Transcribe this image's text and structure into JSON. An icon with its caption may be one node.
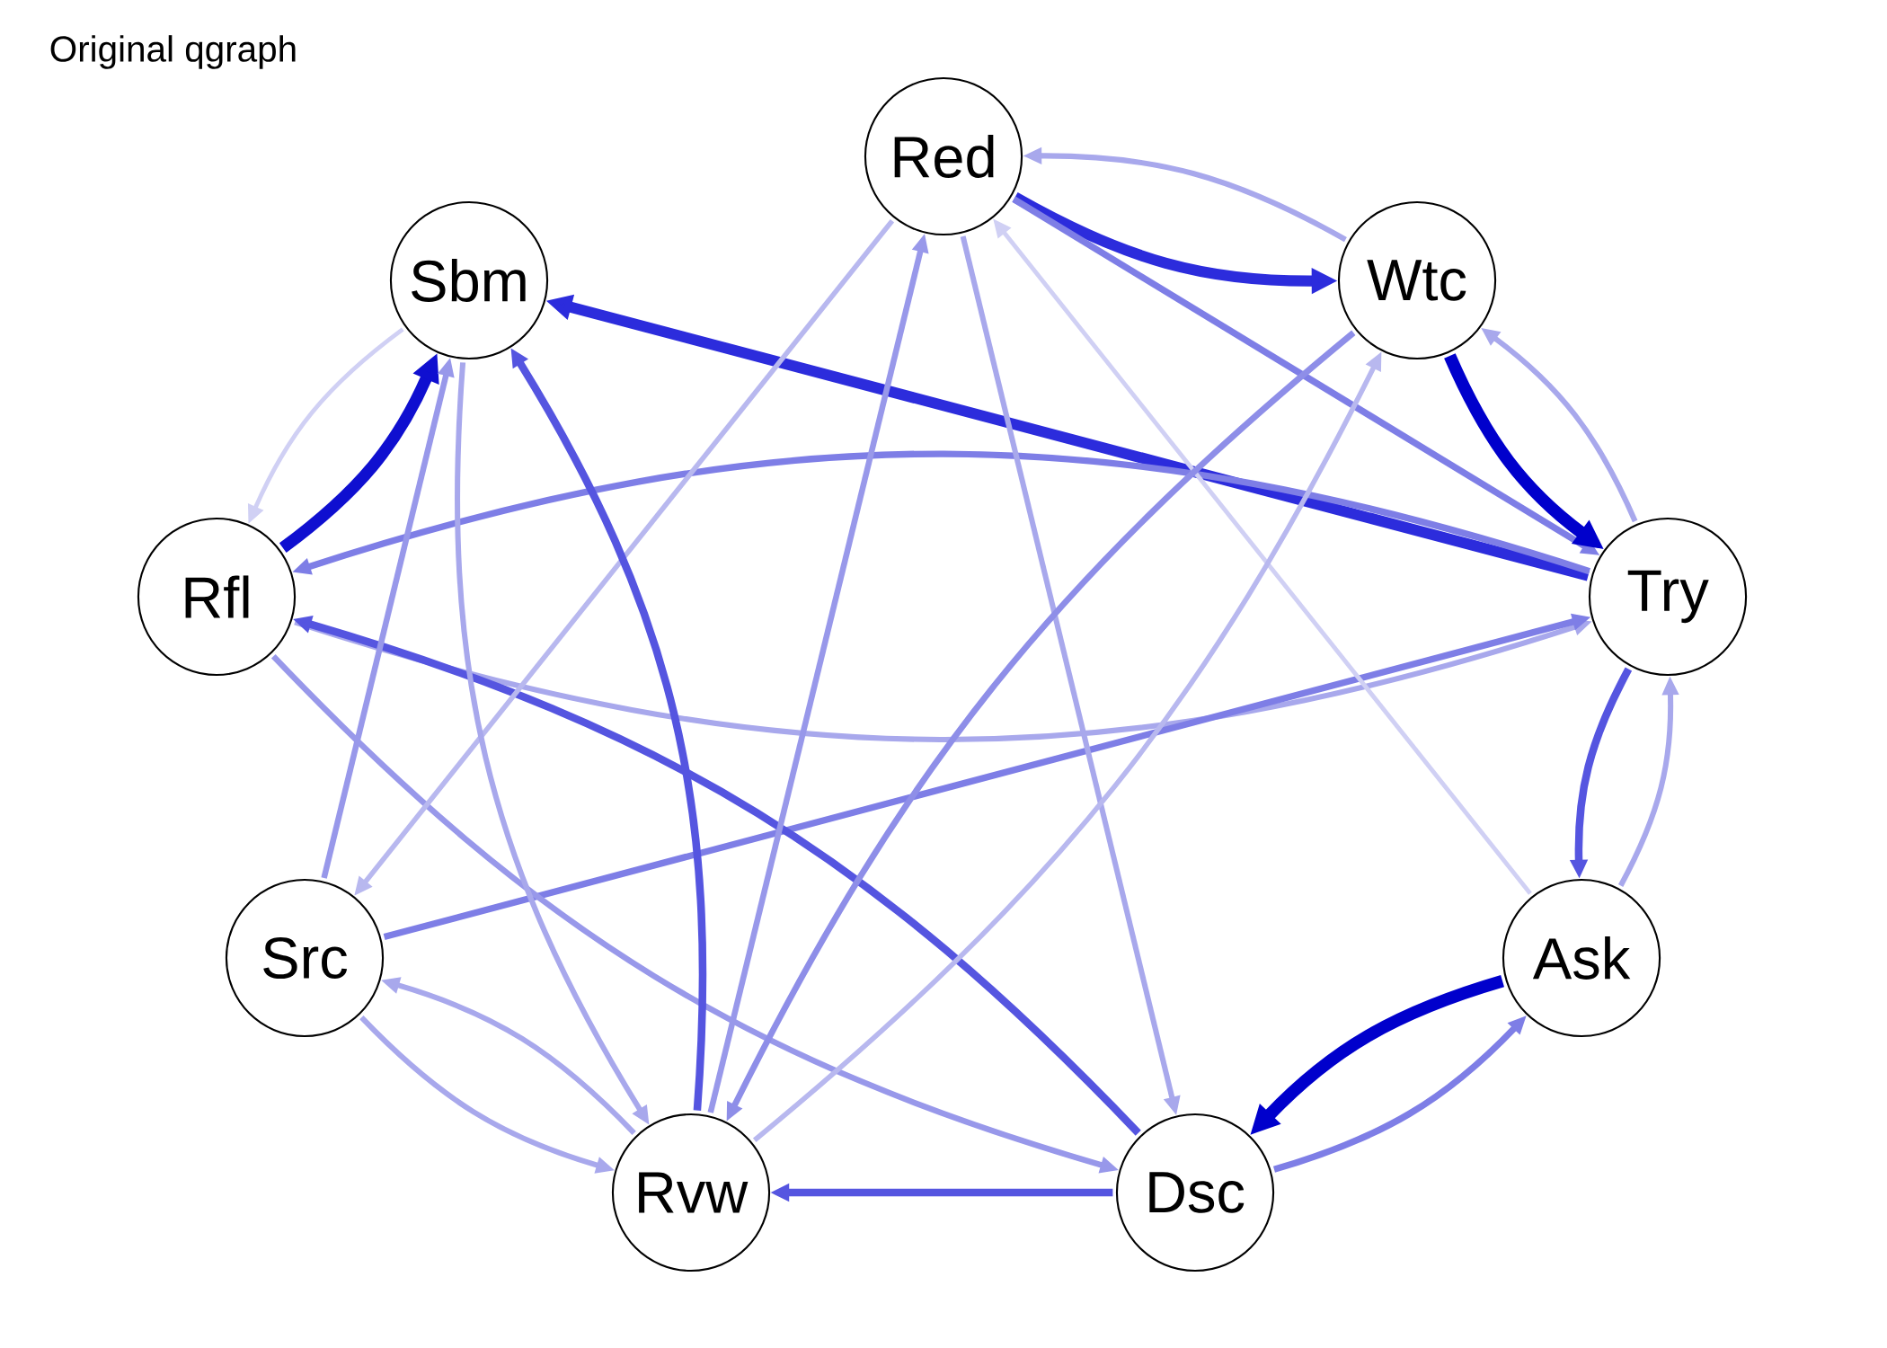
{
  "diagram": {
    "title": "Original qgraph",
    "nodes": [
      {
        "text": [
          "Red"
        ]
      },
      {
        "text": [
          "Wtc"
        ]
      },
      {
        "text": [
          "Try"
        ]
      },
      {
        "text": [
          "Ask"
        ]
      },
      {
        "text": [
          "Dsc"
        ]
      },
      {
        "text": [
          "Rvw"
        ]
      },
      {
        "text": [
          "Src"
        ]
      },
      {
        "text": [
          "Rfl"
        ]
      },
      {
        "text": [
          "Sbm"
        ]
      }
    ],
    "edges": [
      {
        "from": 0,
        "to": 1,
        "arrow": "to",
        "style": "thick",
        "color": "#2c2cdc"
      },
      {
        "from": 1,
        "to": 0,
        "arrow": "to",
        "color": "#a8a8ec"
      },
      {
        "from": 0,
        "to": 2,
        "arrow": "to",
        "color": "#7e7ee6"
      },
      {
        "from": 1,
        "to": 2,
        "arrow": "to",
        "style": "thick",
        "color": "#0000cc"
      },
      {
        "from": 2,
        "to": 1,
        "arrow": "to",
        "color": "#a8a8ec"
      },
      {
        "from": 2,
        "to": 8,
        "arrow": "to",
        "style": "thick",
        "color": "#2c2cdc"
      },
      {
        "from": 2,
        "to": 7,
        "arrow": "to",
        "color": "#7e7ee6"
      },
      {
        "from": 7,
        "to": 2,
        "arrow": "to",
        "color": "#a8a8ec"
      },
      {
        "from": 6,
        "to": 2,
        "arrow": "to",
        "color": "#7e7ee6"
      },
      {
        "from": 2,
        "to": 3,
        "arrow": "to",
        "color": "#5555e0"
      },
      {
        "from": 3,
        "to": 2,
        "arrow": "to",
        "color": "#a8a8ec"
      },
      {
        "from": 3,
        "to": 0,
        "arrow": "to",
        "color": "#d0d0f4"
      },
      {
        "from": 3,
        "to": 4,
        "arrow": "to",
        "style": "thick",
        "color": "#0000cc"
      },
      {
        "from": 4,
        "to": 3,
        "arrow": "to",
        "color": "#7e7ee6"
      },
      {
        "from": 4,
        "to": 5,
        "arrow": "to",
        "color": "#5555e0"
      },
      {
        "from": 4,
        "to": 7,
        "arrow": "to",
        "color": "#5555e0"
      },
      {
        "from": 7,
        "to": 4,
        "arrow": "to",
        "color": "#9898ea"
      },
      {
        "from": 0,
        "to": 4,
        "arrow": "to",
        "color": "#a8a8ec"
      },
      {
        "from": 0,
        "to": 6,
        "arrow": "to",
        "color": "#b8b8ef"
      },
      {
        "from": 5,
        "to": 0,
        "arrow": "to",
        "color": "#9898ea"
      },
      {
        "from": 1,
        "to": 5,
        "arrow": "to",
        "color": "#8e8ee8"
      },
      {
        "from": 5,
        "to": 1,
        "arrow": "to",
        "color": "#b8b8ef"
      },
      {
        "from": 5,
        "to": 8,
        "arrow": "to",
        "color": "#5555e0"
      },
      {
        "from": 8,
        "to": 7,
        "arrow": "to",
        "color": "#d0d0f4"
      },
      {
        "from": 7,
        "to": 8,
        "arrow": "to",
        "style": "thick",
        "color": "#0f0fd0"
      },
      {
        "from": 6,
        "to": 8,
        "arrow": "to",
        "color": "#9898ea"
      },
      {
        "from": 8,
        "to": 5,
        "arrow": "to",
        "color": "#a8a8ec"
      },
      {
        "from": 6,
        "to": 5,
        "arrow": "to",
        "color": "#a8a8ec"
      },
      {
        "from": 5,
        "to": 6,
        "arrow": "to",
        "color": "#a8a8ec"
      }
    ]
  }
}
